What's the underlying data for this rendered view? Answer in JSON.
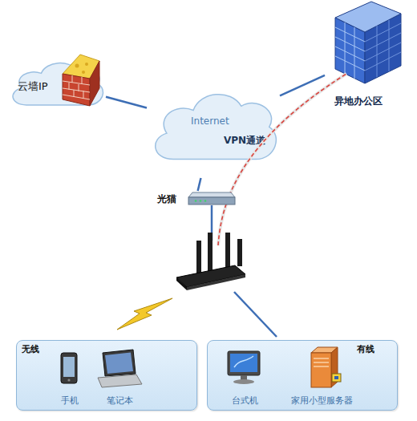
{
  "diagram": {
    "nodes": [
      {
        "text": [
          "云墙IP"
        ]
      },
      {
        "text": [
          "Internet",
          "VPN通道"
        ]
      },
      {
        "text": [
          "异地办公区"
        ]
      },
      {
        "text": [
          "光猫"
        ]
      },
      {
        "text": [
          "无线"
        ]
      },
      {
        "text": [
          "手机"
        ],
        "in": 4
      },
      {
        "text": [
          "笔记本"
        ],
        "in": 4
      },
      {
        "text": [
          "有线"
        ]
      },
      {
        "text": [
          "台式机"
        ],
        "in": 7
      },
      {
        "text": [
          "家用小型服务器"
        ],
        "in": 7
      }
    ],
    "edges": [
      {
        "from": 0,
        "to": 1,
        "arrow": "none"
      },
      {
        "from": 1,
        "to": 2,
        "arrow": "none"
      },
      {
        "from": 1,
        "to": 3,
        "arrow": "none"
      }
    ]
  }
}
